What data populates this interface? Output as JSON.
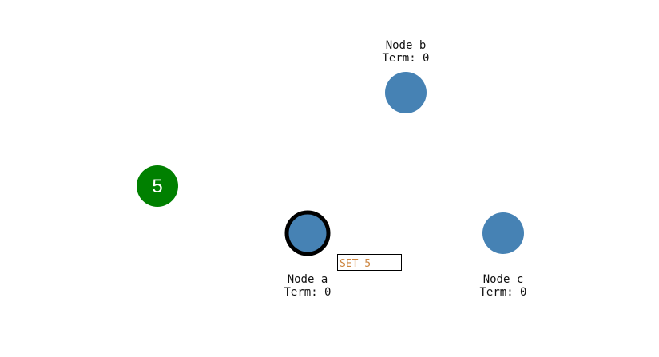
{
  "client": {
    "value": "5",
    "color": "#008000"
  },
  "nodes": [
    {
      "id": "a",
      "name": "Node a",
      "term": "Term: 0",
      "color": "#4682b4",
      "leader_ring": true
    },
    {
      "id": "b",
      "name": "Node b",
      "term": "Term: 0",
      "color": "#4682b4",
      "leader_ring": false
    },
    {
      "id": "c",
      "name": "Node c",
      "term": "Term: 0",
      "color": "#4682b4",
      "leader_ring": false
    }
  ],
  "message": {
    "text": "SET 5",
    "text_color": "#cd853f",
    "border_color": "#000000"
  }
}
